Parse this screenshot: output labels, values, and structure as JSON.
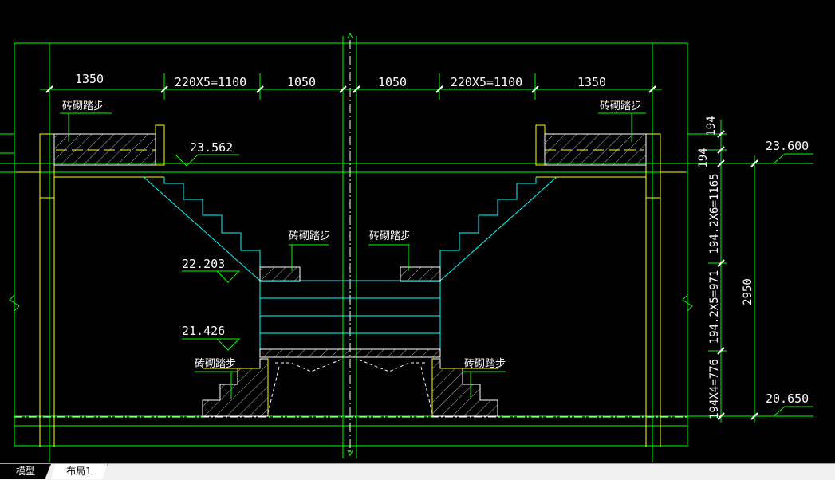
{
  "colors": {
    "background": "#000000",
    "frame": "#00ff00",
    "structure": "#ffff00",
    "stair": "#00ffff",
    "text": "#ffffff"
  },
  "dimensions": {
    "left_outer": "1350",
    "left_steps": "220X5=1100",
    "left_inner": "1050",
    "right_inner": "1050",
    "right_steps": "220X5=1100",
    "right_outer": "1350",
    "side_top": "194",
    "side_second": "194",
    "side_upper": "194.2X6=1165",
    "side_mid": "194.2X5=971",
    "side_lower": "194X4=776",
    "total_height": "2950"
  },
  "elevations": {
    "left_landing": "23.562",
    "left_mid": "22.203",
    "left_low": "21.426",
    "right_top": "23.600",
    "right_bottom": "20.650"
  },
  "labels": {
    "brick_step": "砖砌踏步"
  },
  "tabs": {
    "model": "模型",
    "layout1": "布局1"
  }
}
